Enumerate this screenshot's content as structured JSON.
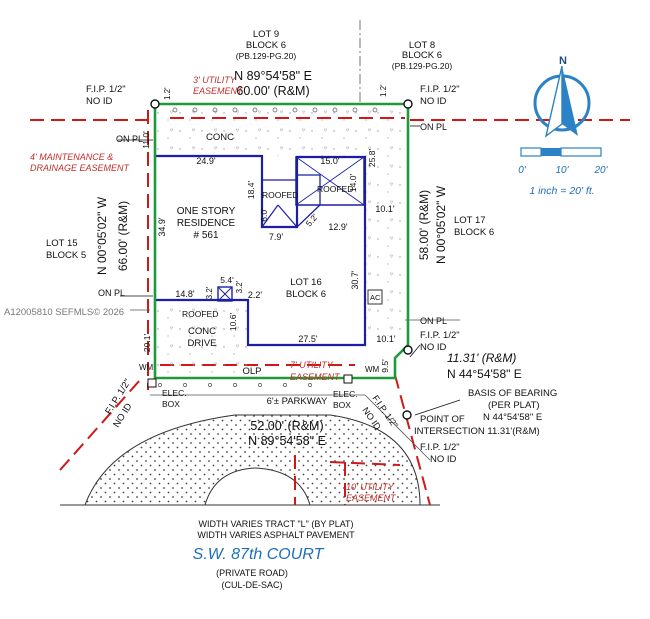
{
  "colors": {
    "boundary": "#1e9a3a",
    "building": "#1a1fa6",
    "easement": "#d01818",
    "text": "#111111",
    "easement_text": "#c0302a",
    "street_text": "#1f6fb8",
    "north_arrow": "#2b82c4"
  },
  "lots": {
    "lot9": [
      "LOT 9",
      "BLOCK 6",
      "(PB.129-PG.20)"
    ],
    "lot8": [
      "LOT 8",
      "BLOCK 6",
      "(PB.129-PG.20)"
    ],
    "lot15": [
      "LOT 15",
      "BLOCK 5"
    ],
    "lot17": [
      "LOT 17",
      "BLOCK 6"
    ],
    "lot16": [
      "LOT 16",
      "BLOCK 6"
    ]
  },
  "bearings": {
    "north_bearing": "N 89°54'58\" E",
    "north_distance": "60.00' (R&M)",
    "west_distance": "66.00' (R&M)",
    "west_bearing": "N 00°05'02\" W",
    "east_distance": "58.00' (R&M)",
    "east_bearing": "N 00°05'02\" W",
    "diag_distance": "11.31' (R&M)",
    "diag_bearing": "N 44°54'58\" E",
    "south_distance": "52.00' (R&M)",
    "south_bearing": "N 89°54'58\" E"
  },
  "fip": {
    "nw": [
      "F.I.P. 1/2\"",
      "NO ID"
    ],
    "ne": [
      "F.I.P. 1/2\"",
      "NO ID"
    ],
    "se": [
      "F.I.P. 1/2\"",
      "NO ID"
    ],
    "sw": [
      "F.I.P. 1/2\"",
      "NO ID"
    ],
    "south": [
      "F.I.P. 1/2\"",
      "NO ID"
    ],
    "poi": [
      "F.I.P. 1/2\"",
      "NO ID"
    ]
  },
  "easements": {
    "utility_3": [
      "3' UTILITY",
      "EASEMENT"
    ],
    "maint_4": [
      "4' MAINTENANCE &",
      "DRAINAGE EASEMENT"
    ],
    "utility_7": [
      "7' UTILITY",
      "EASEMENT"
    ],
    "utility_10": [
      "10' UTILITY",
      "EASEMENT"
    ]
  },
  "labels": {
    "conc": "CONC",
    "residence": [
      "ONE STORY",
      "RESIDENCE",
      "# 561"
    ],
    "roofed": "ROOFED",
    "conc_drive": [
      "CONC",
      "DRIVE"
    ],
    "olp": "OLP",
    "parkway": "6'± PARKWAY",
    "elec_box": [
      "ELEC.",
      "BOX"
    ],
    "wm": "WM",
    "ac": "AC",
    "on_pl": "ON PL",
    "watermark": "A12005810 SEFMLS© 2026",
    "basis": [
      "BASIS OF BEARING",
      "(PER PLAT)",
      "N 44°54'58\" E"
    ],
    "poi": [
      "POINT OF",
      "INTERSECTION 11.31'(R&M)"
    ],
    "tract": [
      "WIDTH VARIES TRACT \"L\" (BY PLAT)",
      "WIDTH VARIES ASPHALT PAVEMENT"
    ],
    "street": "S.W. 87th COURT",
    "street_sub": [
      "(PRIVATE ROAD)",
      "(CUL-DE-SAC)"
    ]
  },
  "dims": {
    "top_easement": "1.2'",
    "ne_offset": "1.2'",
    "left_11": "11.0'",
    "d249": "24.9'",
    "d150": "15.0'",
    "d258": "25.8'",
    "d140": "14.0'",
    "d184": "18.4'",
    "d60": "6.0'",
    "d79": "7.9'",
    "d52": "5.2'",
    "d129": "12.9'",
    "d101a": "10.1'",
    "d349": "34.9'",
    "d307": "30.7'",
    "d54": "5.4'",
    "d32a": "3.2'",
    "d32b": "3.2'",
    "d148": "14.8'",
    "d22": "2.2'",
    "d106": "10.6'",
    "d275": "27.5'",
    "d101b": "10.1'",
    "d201": "20.1'",
    "d95": "9.5'"
  },
  "scale": {
    "ticks": [
      "0'",
      "10'",
      "20'"
    ],
    "text": "1 inch = 20' ft.",
    "north": "N"
  }
}
